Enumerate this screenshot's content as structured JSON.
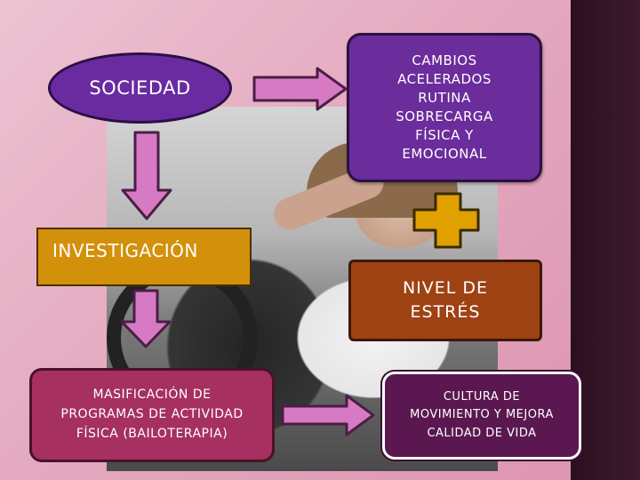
{
  "nodes": {
    "sociedad": "SOCIEDAD",
    "cambios": "CAMBIOS\nACELERADOS\nRUTINA\nSOBRECARGA\nFÍSICA Y\nEMOCIONAL",
    "investigacion": "INVESTIGACIÓN",
    "nivel_estres": "NIVEL  DE\nESTRÉS",
    "masificacion": "MASIFICACIÓN DE\nPROGRAMAS DE ACTIVIDAD\nFÍSICA (BAILOTERAPIA)",
    "cultura": "CULTURA DE\nMOVIMIENTO Y MEJORA\nCALIDAD DE VIDA"
  },
  "colors": {
    "arrow_fill": "#d77ac4",
    "arrow_stroke": "#4a1e46",
    "plus_fill": "#e0a100",
    "plus_stroke": "#3a2a00"
  }
}
